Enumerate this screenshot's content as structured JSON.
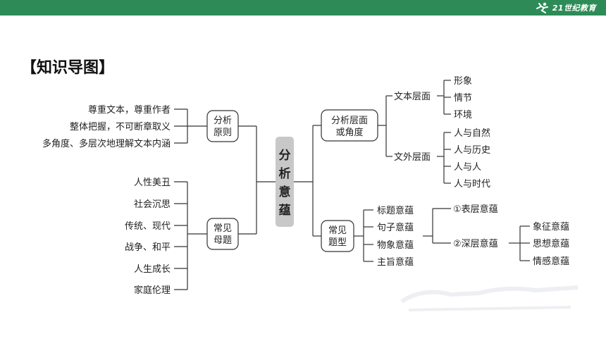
{
  "header": {
    "logo_text": "21世纪教育"
  },
  "page": {
    "heading": "【知识导图】"
  },
  "mindmap": {
    "center": "分析意蕴",
    "left": {
      "principles": {
        "label": "分析原则",
        "items": [
          "尊重文本，尊重作者",
          "整体把握，不可断章取义",
          "多角度、多层次地理解文本内涵"
        ]
      },
      "themes": {
        "label": "常见母题",
        "items": [
          "人性美丑",
          "社会沉思",
          "传统、现代",
          "战争、和平",
          "人生成长",
          "家庭伦理"
        ]
      }
    },
    "right": {
      "levels": {
        "label": "分析层面或角度",
        "text_level": {
          "label": "文本层面",
          "items": [
            "形象",
            "情节",
            "环境"
          ]
        },
        "extra_level": {
          "label": "文外层面",
          "items": [
            "人与自然",
            "人与历史",
            "人与人",
            "人与时代"
          ]
        }
      },
      "types": {
        "label": "常见题型",
        "items": [
          "标题意蕴",
          "句子意蕴",
          "物象意蕴",
          "主旨意蕴"
        ],
        "surface": "①表层意蕴",
        "deep": {
          "label": "②深层意蕴",
          "items": [
            "象征意蕴",
            "思想意蕴",
            "情感意蕴"
          ]
        }
      }
    }
  },
  "colors": {
    "topbar": "#2e8b57",
    "center_box": "#c8c8c8",
    "line": "#333333"
  }
}
